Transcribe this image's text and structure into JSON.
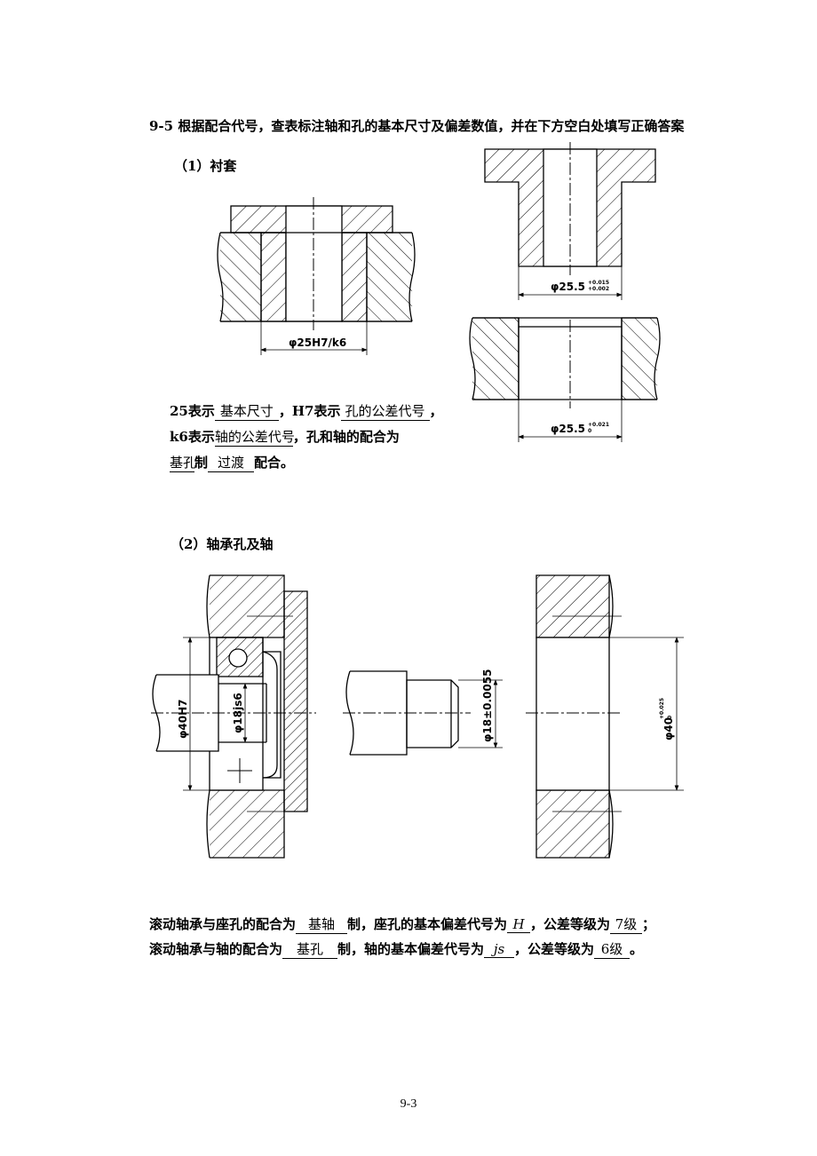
{
  "heading": "9-5  根据配合代号，查表标注轴和孔的基本尺寸及偏差数值，并在下方空白处填写正确答案",
  "part1": {
    "title": "（1）衬套",
    "assembly_dim": "φ25H7/k6",
    "sleeve_dim": {
      "base": "φ25.5",
      "upper": "+0.015",
      "lower": "+0.002"
    },
    "hole_dim": {
      "base": "φ25.5",
      "upper": "+0.021",
      "lower": "0"
    },
    "line1": {
      "prefix": "25表示",
      "blank1": "基本尺寸",
      "mid": "，H7表示",
      "blank2": "孔的公差代号",
      "suffix": "，"
    },
    "line2": {
      "prefix": "k6表示",
      "blank1": "轴的公差代号",
      "suffix": "，孔和轴的配合为"
    },
    "line3": {
      "blank1": "基孔",
      "mid": "制",
      "blank2": "过渡",
      "suffix": "配合。"
    }
  },
  "part2": {
    "title": "（2）轴承孔及轴",
    "dim_left_outer": "φ40H7",
    "dim_left_inner": "φ18js6",
    "dim_shaft": "φ18±0.0055",
    "dim_hole": {
      "base": "φ40",
      "upper": "+0.025",
      "lower": "0"
    },
    "line1": {
      "prefix": "滚动轴承与座孔的配合为",
      "blank1": "基轴",
      "mid1": "制，座孔的基本偏差代号为",
      "blank2": "H",
      "mid2": "，公差等级为",
      "blank3": "7级",
      "suffix": "；"
    },
    "line2": {
      "prefix": "滚动轴承与轴的配合为",
      "blank1": "基孔",
      "mid1": "制，轴的基本偏差代号为",
      "blank2": "js",
      "mid2": "，公差等级为",
      "blank3": "6级",
      "suffix": "。"
    }
  },
  "page_number": "9-3"
}
